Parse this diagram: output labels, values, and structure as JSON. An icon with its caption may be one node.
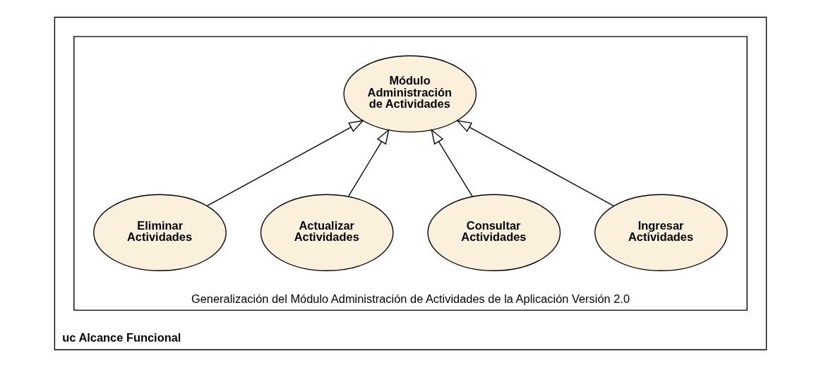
{
  "diagram": {
    "nodes": [
      {
        "text": [
          "uc Alcance Funcional"
        ]
      },
      {
        "text": [
          "Generalización del Módulo Administración de Actividades de la Aplicación Versión 2.0"
        ],
        "in": 0
      },
      {
        "text": [
          "Módulo Administración de Actividades"
        ],
        "in": 1
      },
      {
        "text": [
          "Ingresar Actividades"
        ],
        "in": 1
      },
      {
        "text": [
          "Consultar Actividades"
        ],
        "in": 1
      },
      {
        "text": [
          "Actualizar Actividades"
        ],
        "in": 1
      },
      {
        "text": [
          "Eliminar Actividades"
        ],
        "in": 1
      }
    ],
    "edges": [
      {
        "from": 3,
        "to": 2,
        "arrow": "to"
      },
      {
        "from": 4,
        "to": 2,
        "arrow": "to"
      },
      {
        "from": 5,
        "to": 2,
        "arrow": "to"
      },
      {
        "from": 6,
        "to": 2,
        "arrow": "to"
      }
    ]
  }
}
